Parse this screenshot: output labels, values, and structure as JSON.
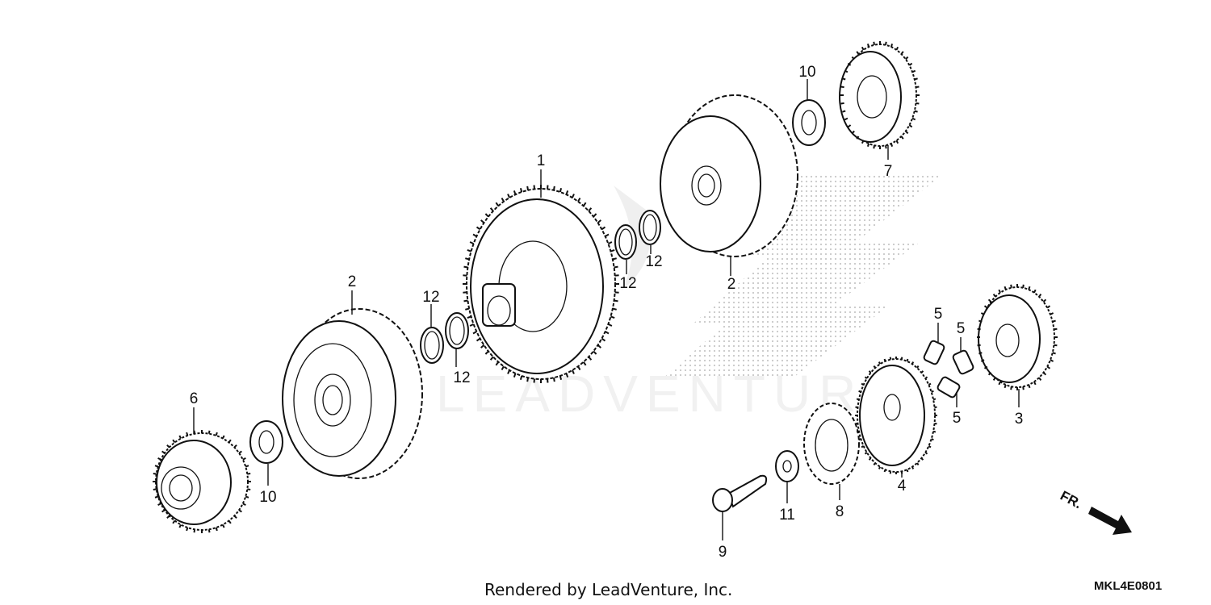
{
  "watermark": {
    "text": "LEADVENTURE"
  },
  "callouts": [
    {
      "id": "c1",
      "label": "1"
    },
    {
      "id": "c2a",
      "label": "2"
    },
    {
      "id": "c2b",
      "label": "2"
    },
    {
      "id": "c3",
      "label": "3"
    },
    {
      "id": "c4",
      "label": "4"
    },
    {
      "id": "c5a",
      "label": "5"
    },
    {
      "id": "c5b",
      "label": "5"
    },
    {
      "id": "c5c",
      "label": "5"
    },
    {
      "id": "c6",
      "label": "6"
    },
    {
      "id": "c7",
      "label": "7"
    },
    {
      "id": "c8",
      "label": "8"
    },
    {
      "id": "c9",
      "label": "9"
    },
    {
      "id": "c10a",
      "label": "10"
    },
    {
      "id": "c10b",
      "label": "10"
    },
    {
      "id": "c11",
      "label": "11"
    },
    {
      "id": "c12a",
      "label": "12"
    },
    {
      "id": "c12b",
      "label": "12"
    },
    {
      "id": "c12c",
      "label": "12"
    },
    {
      "id": "c12d",
      "label": "12"
    }
  ],
  "direction_marker": {
    "text": "FR."
  },
  "footer": {
    "credit": "Rendered by LeadVenture, Inc.",
    "diagram_code": "MKL4E0801"
  }
}
